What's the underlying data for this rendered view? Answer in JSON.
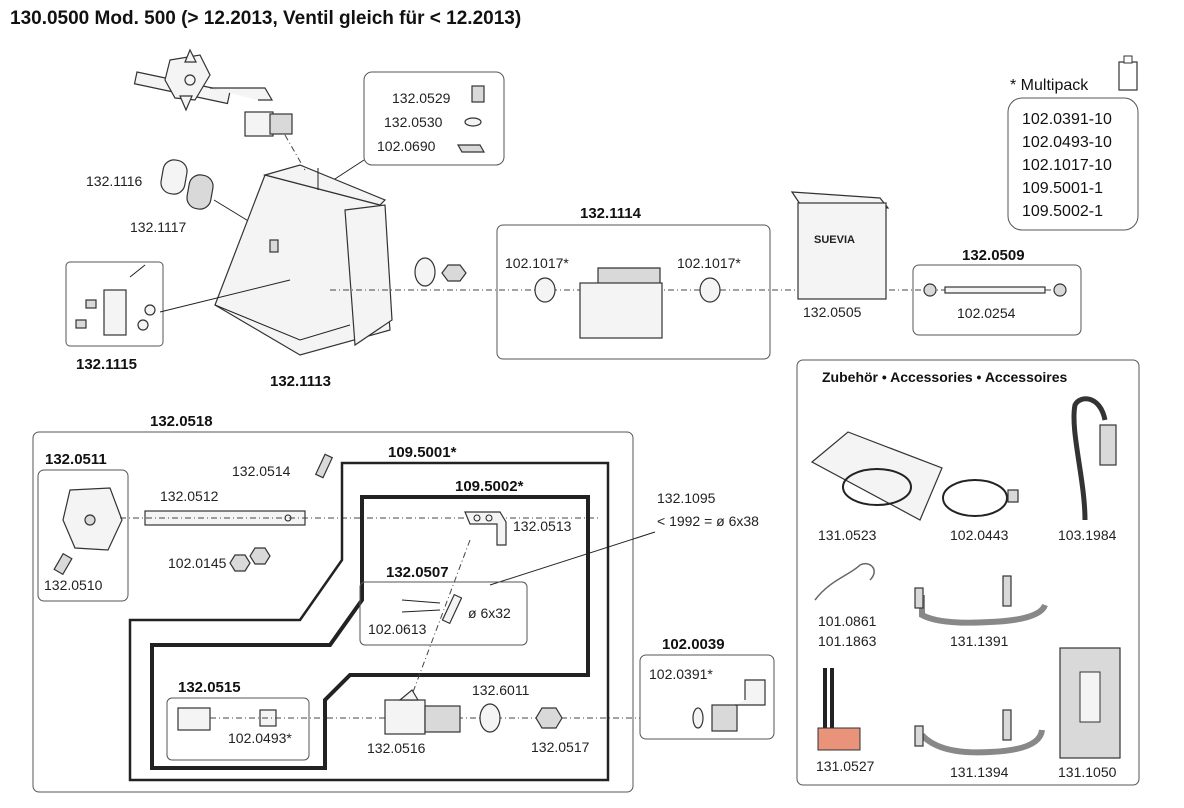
{
  "title": "130.0500 Mod. 500 (> 12.2013, Ventil gleich für < 12.2013)",
  "multipack": {
    "label": "* Multipack",
    "items": [
      "102.0391-10",
      "102.0493-10",
      "102.1017-10",
      "109.5001-1",
      "109.5002-1"
    ]
  },
  "labels": {
    "p132_0529": "132.0529",
    "p132_0530": "132.0530",
    "p102_0690": "102.0690",
    "p132_1116": "132.1116",
    "p132_1117": "132.1117",
    "p132_1115": "132.1115",
    "p132_1113": "132.1113",
    "p132_1114": "132.1114",
    "p102_1017a": "102.1017*",
    "p102_1017b": "102.1017*",
    "p132_0505": "132.0505",
    "brand": "SUEVIA",
    "p132_0509": "132.0509",
    "p102_0254": "102.0254",
    "p132_0518": "132.0518",
    "p132_0511": "132.0511",
    "p132_0510": "132.0510",
    "p132_0514": "132.0514",
    "p132_0512": "132.0512",
    "p102_0145": "102.0145",
    "p109_5001": "109.5001*",
    "p109_5002": "109.5002*",
    "p132_0513": "132.0513",
    "p132_1095": "132.1095",
    "p132_1095_note": "< 1992 = ø 6x38",
    "p132_0507": "132.0507",
    "p102_0613": "102.0613",
    "dim_6x32": "ø 6x32",
    "p132_0515": "132.0515",
    "p102_0493": "102.0493*",
    "p132_0516": "132.0516",
    "p132_6011": "132.6011",
    "p132_0517": "132.0517",
    "p102_0039": "102.0039",
    "p102_0391": "102.0391*"
  },
  "accessories": {
    "heading": "Zubehör • Accessories • Accessoires",
    "items": {
      "a131_0523": "131.0523",
      "a102_0443": "102.0443",
      "a103_1984": "103.1984",
      "a101_0861": "101.0861",
      "a101_1863": "101.1863",
      "a131_1391": "131.1391",
      "a131_0527": "131.0527",
      "a131_1394": "131.1394",
      "a131_1050": "131.1050"
    }
  },
  "colors": {
    "line": "#222222",
    "part_fill": "#f4f4f4",
    "heater_plate": "#e8937a"
  }
}
